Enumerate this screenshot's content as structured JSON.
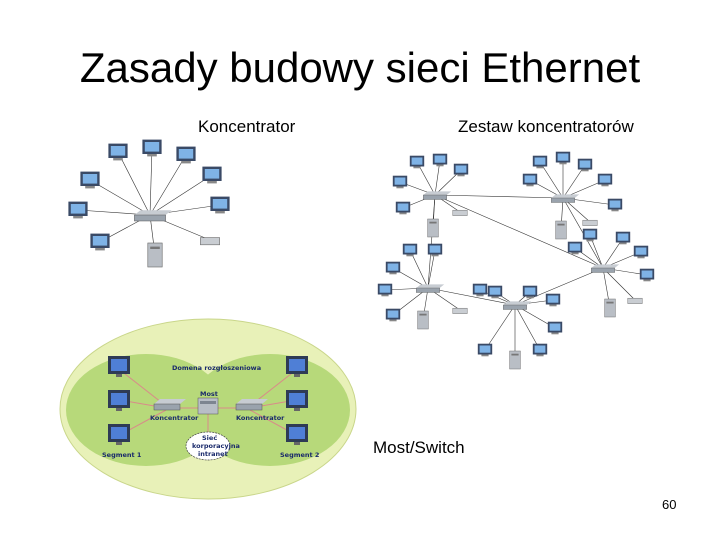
{
  "slide": {
    "title": "Zasady budowy sieci Ethernet",
    "page_number": "60"
  },
  "labels": {
    "hub": "Koncentrator",
    "multi_hub": "Zestaw koncentratorów",
    "switch": "Most/Switch"
  },
  "bridge_diagram": {
    "collision_domain": "Domena rozgłoszeniowa",
    "bridge": "Most",
    "hub_left": "Koncentrator",
    "hub_right": "Koncentrator",
    "cloud_line1": "Sieć",
    "cloud_line2": "korporacyjna",
    "cloud_line3": "intranet",
    "segment_left": "Segment 1",
    "segment_right": "Segment 2"
  },
  "colors": {
    "ellipse_outer": "#e8f1b8",
    "segment_fill": "#b7d97a",
    "link_line": "#d98a8a",
    "monitor_screen": "#4f7fd6",
    "hub_body": "#9aa3ad"
  }
}
